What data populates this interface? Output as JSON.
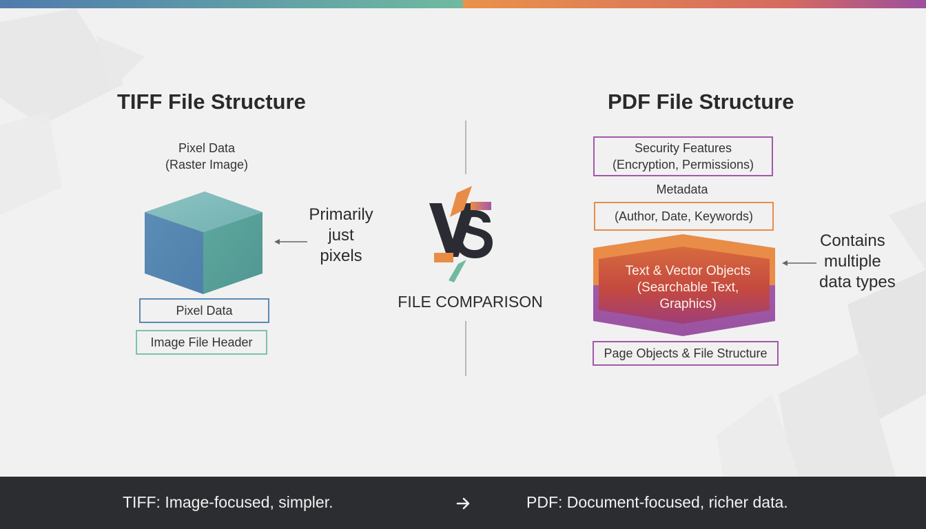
{
  "colors": {
    "bar_left_start": "#4f7bad",
    "bar_left_end": "#6fbaa0",
    "bar_right_start": "#e9924a",
    "bar_right_end": "#9b4f9e",
    "tiff_pixel_box": "#5a88b2",
    "tiff_header_box": "#7cc2ad",
    "pdf_purple": "#a159a8",
    "pdf_orange": "#e98c47",
    "footer_bg": "#2c2d31"
  },
  "tiff": {
    "title": "TIFF File Structure",
    "top_label_line1": "Pixel Data",
    "top_label_line2": "(Raster Image)",
    "annotation_line1": "Primarily",
    "annotation_line2": "just",
    "annotation_line3": "pixels",
    "pixel_box": "Pixel Data",
    "header_box": "Image File Header"
  },
  "center": {
    "vs_icon": "vs-logo",
    "label": "FILE COMPARISON"
  },
  "pdf": {
    "title": "PDF File Structure",
    "security_line1": "Security Features",
    "security_line2": "(Encryption, Permissions)",
    "metadata_label": "Metadata",
    "metadata_box": "(Author, Date, Keywords)",
    "objects_line1": "Text & Vector Objects",
    "objects_line2": "(Searchable Text,",
    "objects_line3": "Graphics)",
    "page_objects_box": "Page Objects & File Structure",
    "annotation_line1": "Contains",
    "annotation_line2": "multiple",
    "annotation_line3": "data types"
  },
  "footer": {
    "left": "TIFF: Image-focused, simpler.",
    "arrow_icon": "arrow-right-icon",
    "right": "PDF: Document-focused, richer data."
  }
}
